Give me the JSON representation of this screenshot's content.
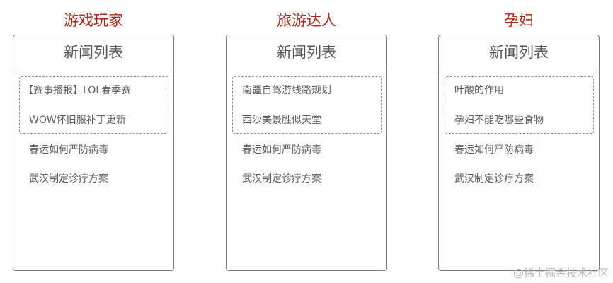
{
  "columns": [
    {
      "persona": "游戏玩家",
      "panel_title": "新闻列表",
      "personalized_items": [
        "【赛事播报】LOL春季赛",
        "WOW怀旧服补丁更新"
      ],
      "common_items": [
        "春运如何严防病毒",
        "武汉制定诊疗方案"
      ]
    },
    {
      "persona": "旅游达人",
      "panel_title": "新闻列表",
      "personalized_items": [
        "南疆自驾游线路规划",
        "西沙美景胜似天堂"
      ],
      "common_items": [
        "春运如何严防病毒",
        "武汉制定诊疗方案"
      ]
    },
    {
      "persona": "孕妇",
      "panel_title": "新闻列表",
      "personalized_items": [
        "叶酸的作用",
        "孕妇不能吃哪些食物"
      ],
      "common_items": [
        "春运如何严防病毒",
        "武汉制定诊疗方案"
      ]
    }
  ],
  "watermark": "@稀土掘金技术社区",
  "colors": {
    "persona": "#a8281d",
    "text": "#5a5a5a",
    "border": "#7a7a7a"
  }
}
